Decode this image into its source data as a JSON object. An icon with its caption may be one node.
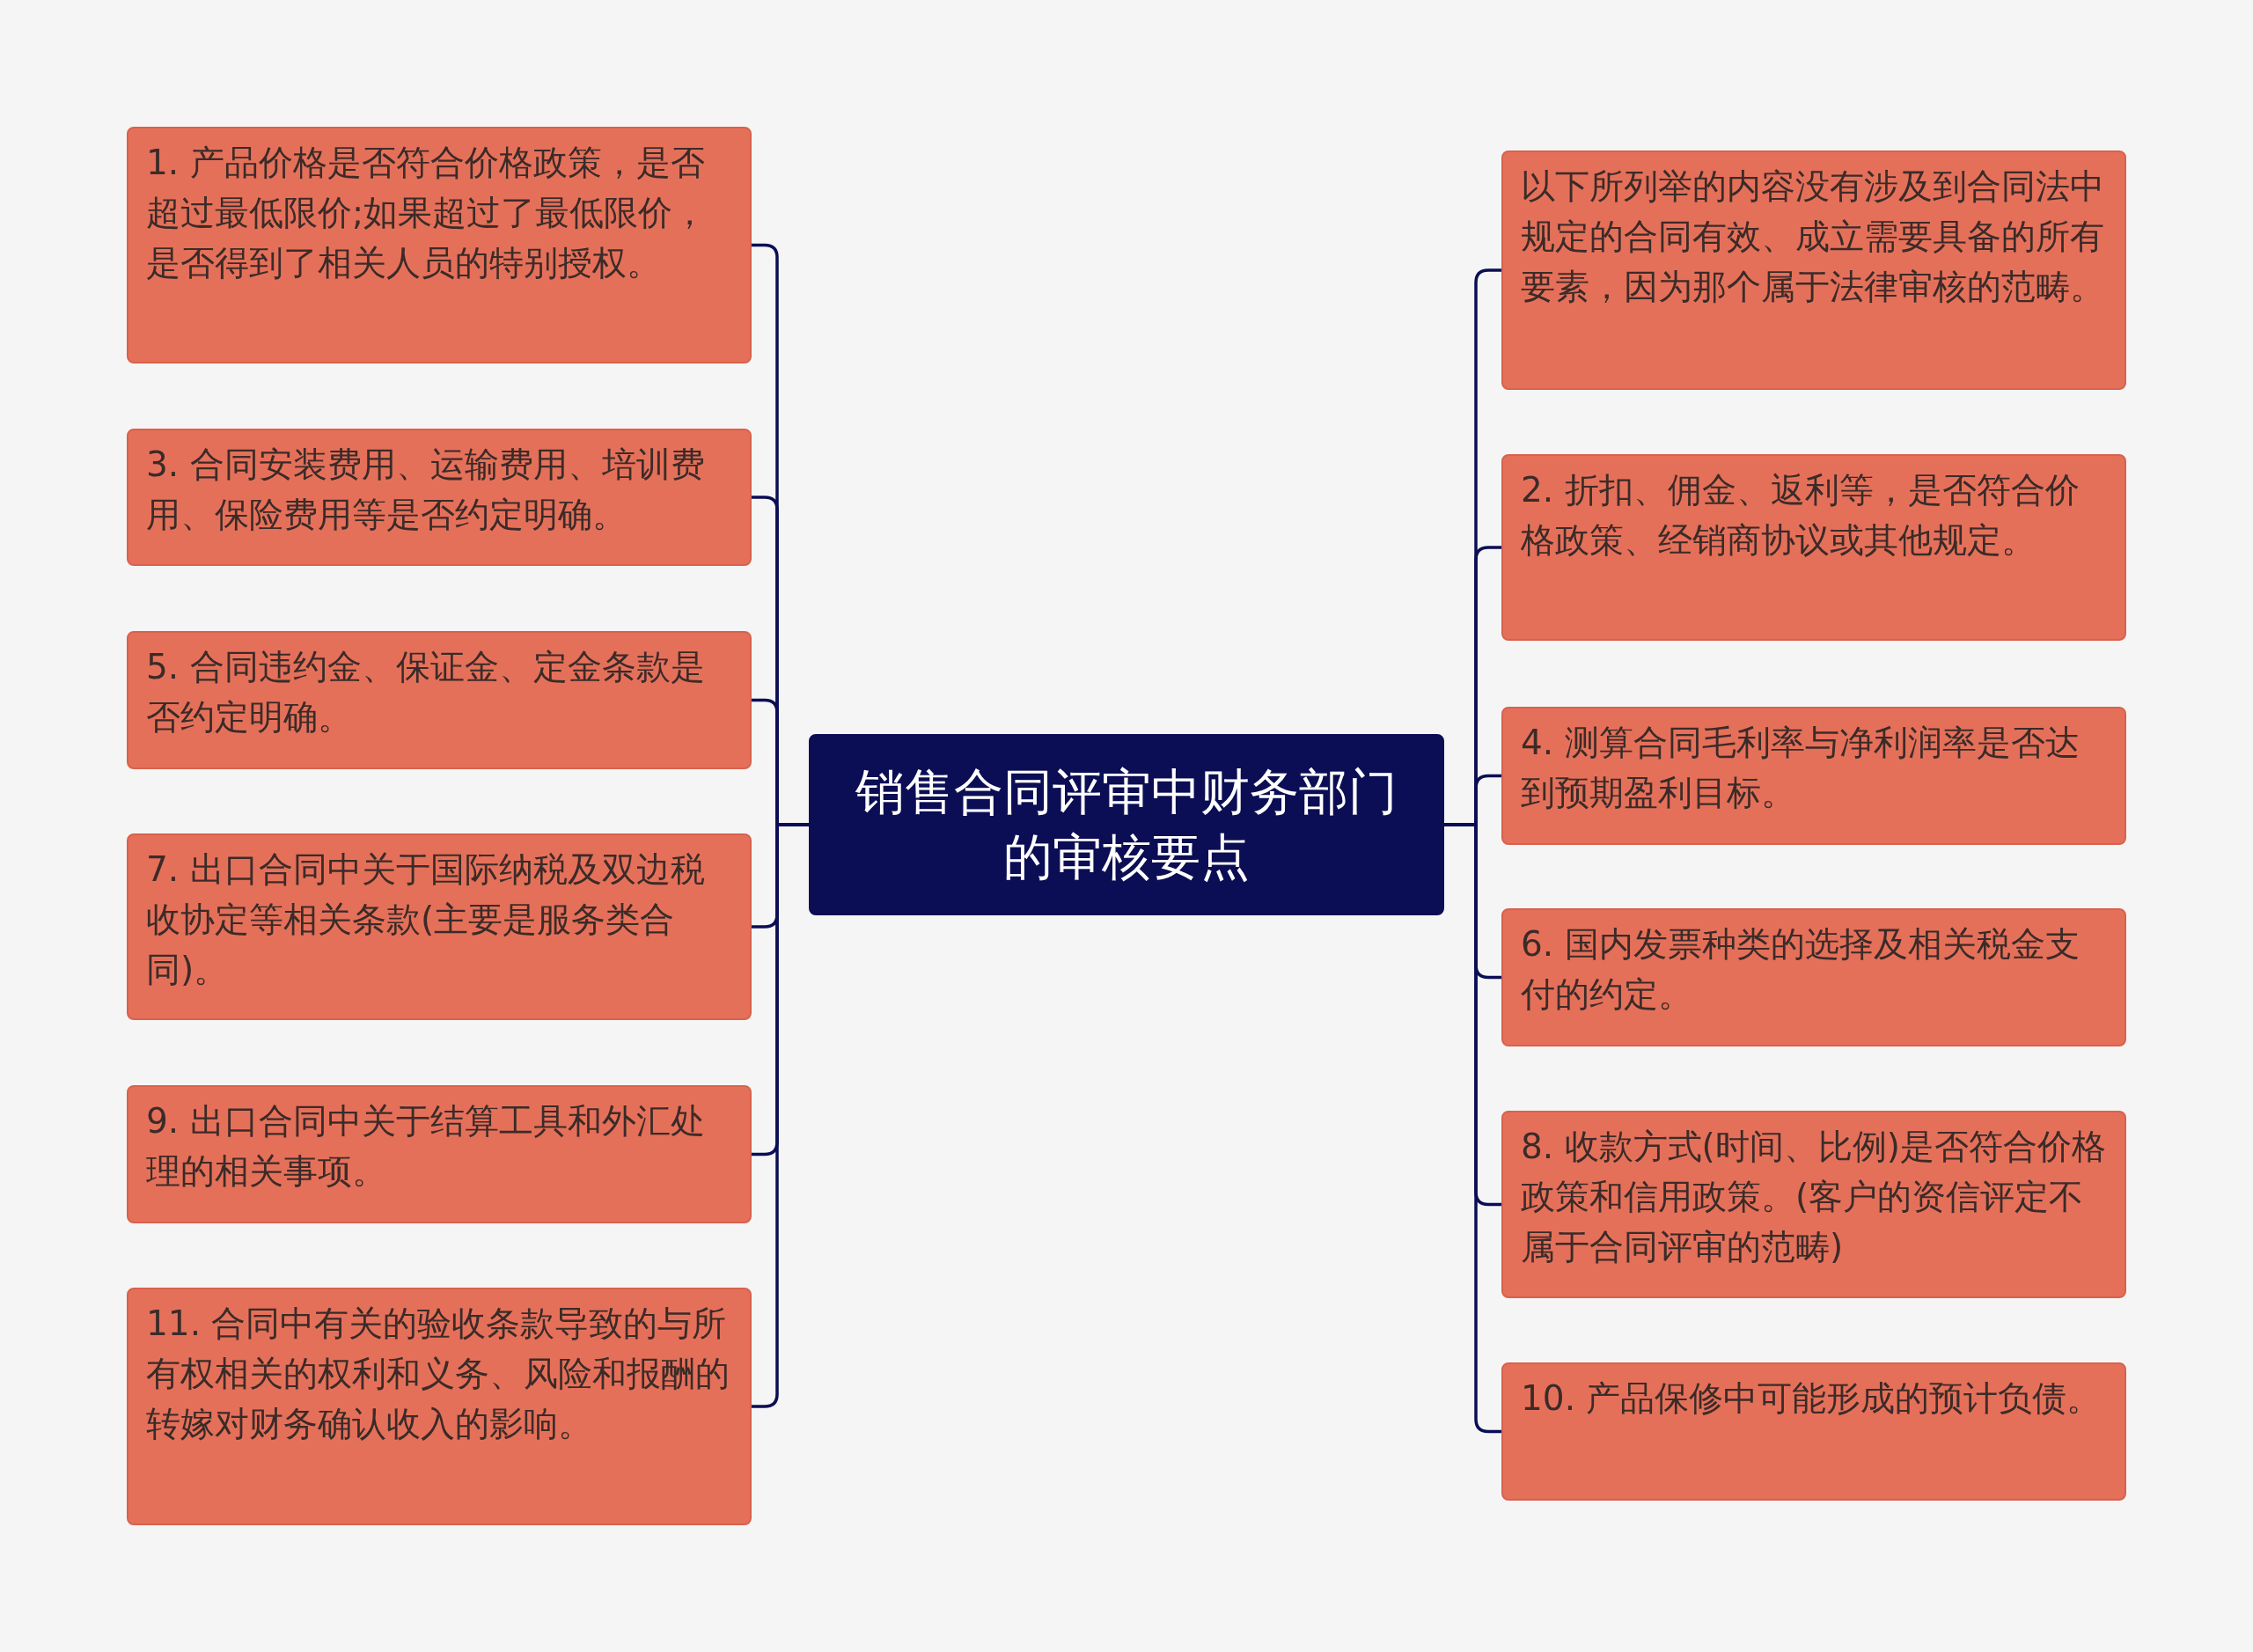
{
  "diagram": {
    "nodes": [
      {
        "text": [
          "销售合同评审中财务部门的审核要点"
        ]
      },
      {
        "text": [
          "1. 产品价格是否符合价格政策，是否超过最低限价;如果超过了最低限价，是否得到了相关人员的特别授权。"
        ]
      },
      {
        "text": [
          "3. 合同安装费用、运输费用、培训费用、保险费用等是否约定明确。"
        ]
      },
      {
        "text": [
          "5. 合同违约金、保证金、定金条款是否约定明确。"
        ]
      },
      {
        "text": [
          "7. 出口合同中关于国际纳税及双边税收协定等相关条款(主要是服务类合同)。"
        ]
      },
      {
        "text": [
          "9. 出口合同中关于结算工具和外汇处理的相关事项。"
        ]
      },
      {
        "text": [
          "11. 合同中有关的验收条款导致的与所有权相关的权利和义务、风险和报酬的转嫁对财务确认收入的影响。"
        ]
      },
      {
        "text": [
          "以下所列举的内容没有涉及到合同法中规定的合同有效、成立需要具备的所有要素，因为那个属于法律审核的范畴。"
        ]
      },
      {
        "text": [
          "2. 折扣、佣金、返利等，是否符合价格政策、经销商协议或其他规定。"
        ]
      },
      {
        "text": [
          "4. 测算合同毛利率与净利润率是否达到预期盈利目标。"
        ]
      },
      {
        "text": [
          "6. 国内发票种类的选择及相关税金支付的约定。"
        ]
      },
      {
        "text": [
          "8. 收款方式(时间、比例)是否符合价格政策和信用政策。(客户的资信评定不属于合同评审的范畴)"
        ]
      },
      {
        "text": [
          "10. 产品保修中可能形成的预计负债。"
        ]
      }
    ],
    "edges": [
      {
        "from": 0,
        "to": 1,
        "arrow": "none"
      },
      {
        "from": 0,
        "to": 2,
        "arrow": "none"
      },
      {
        "from": 0,
        "to": 3,
        "arrow": "none"
      },
      {
        "from": 0,
        "to": 4,
        "arrow": "none"
      },
      {
        "from": 0,
        "to": 5,
        "arrow": "none"
      },
      {
        "from": 0,
        "to": 6,
        "arrow": "none"
      },
      {
        "from": 0,
        "to": 7,
        "arrow": "none"
      },
      {
        "from": 0,
        "to": 8,
        "arrow": "none"
      },
      {
        "from": 0,
        "to": 9,
        "arrow": "none"
      },
      {
        "from": 0,
        "to": 10,
        "arrow": "none"
      },
      {
        "from": 0,
        "to": 11,
        "arrow": "none"
      },
      {
        "from": 0,
        "to": 12,
        "arrow": "none"
      }
    ]
  }
}
